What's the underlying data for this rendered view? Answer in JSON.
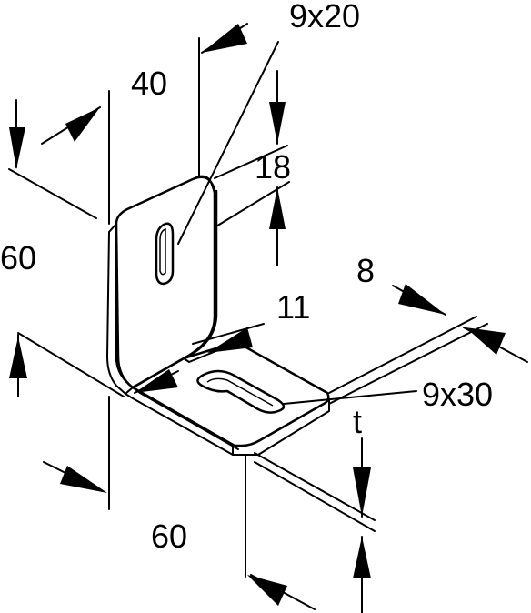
{
  "dimensions": {
    "width_upper": "40",
    "slot_upper": "9x20",
    "hole_offset": "18",
    "height": "60",
    "slot_offset": "11",
    "edge_offset": "8",
    "slot_lower": "9x30",
    "thickness": "t",
    "length": "60"
  }
}
